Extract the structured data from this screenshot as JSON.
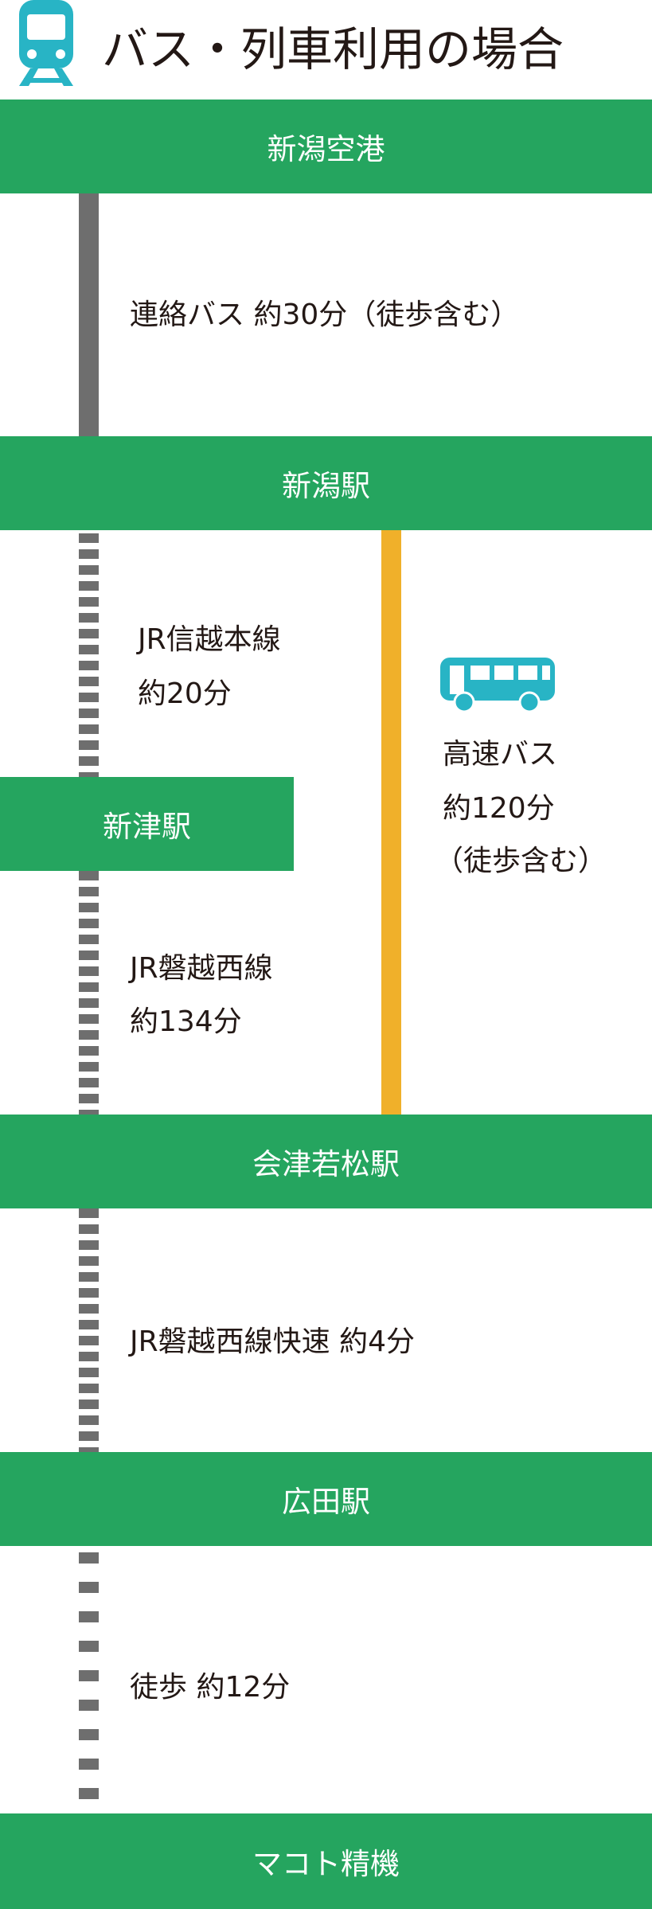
{
  "header": {
    "title": "バス・列車利用の場合",
    "icon": "train-icon",
    "icon_color": "#28b4c5"
  },
  "colors": {
    "station_band": "#25a55f",
    "rail": "#6e6e6e",
    "bus_route": "#f0b02a",
    "bus_icon": "#28b4c5",
    "text": "#231815"
  },
  "stations": {
    "niigata_airport": "新潟空港",
    "niigata": "新潟駅",
    "niitsu": "新津駅",
    "aizu_wakamatsu": "会津若松駅",
    "hirota": "広田駅",
    "destination": "マコト精機"
  },
  "segments": {
    "airport_to_niigata": "連絡バス 約30分（徒歩含む）",
    "niigata_to_niitsu": {
      "line": "JR信越本線",
      "time": "約20分"
    },
    "niitsu_to_aizu": {
      "line": "JR磐越西線",
      "time": "約134分"
    },
    "aizu_to_hirota": "JR磐越西線快速 約4分",
    "hirota_to_dest": "徒歩 約12分"
  },
  "bus_route": {
    "icon": "bus-icon",
    "line1": "高速バス",
    "line2": "約120分",
    "line3": "（徒歩含む）"
  }
}
